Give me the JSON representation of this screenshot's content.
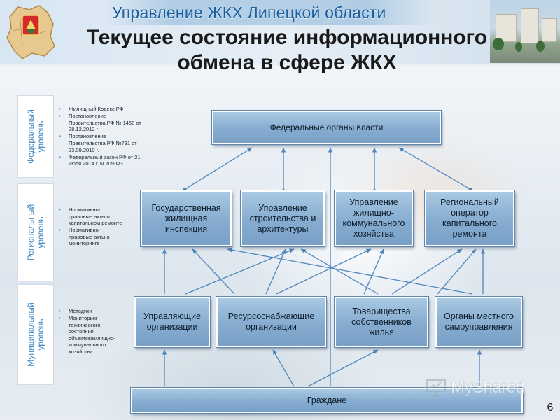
{
  "header": {
    "org_title": "Управление ЖКХ Липецкой области",
    "slide_title_line1": "Текущее состояние информационного",
    "slide_title_line2": "обмена в сфере ЖКХ"
  },
  "levels": [
    {
      "label": "Федеральный\nуровень",
      "notes": [
        "Жилищный Кодекс РФ",
        "Постановление Правительства РФ № 1468 от 28.12.2012 г",
        "Постановление Правительства РФ №731 от 23.09.2010 г.",
        "Федеральный закон РФ от 21 июля 2014 г. N 209-ФЗ"
      ]
    },
    {
      "label": "Региональный\nуровень",
      "notes": [
        "Нормативно-правовые акты о капитальном ремонте",
        "Нормативно-правовые акты о мониторинге"
      ]
    },
    {
      "label": "Муниципальный\nуровень",
      "notes": [
        "Методики",
        "Мониторинг технического состояния объектовжилищно-коммунального хозяйства"
      ]
    }
  ],
  "diagram": {
    "federal": "Федеральные органы власти",
    "regional": [
      "Государственная жилищная инспекция",
      "Управление строительства и архитектуры",
      "Управление жилищно-коммунального хозяйства",
      "Региональный оператор капитального ремонта"
    ],
    "municipal": [
      "Управляющие организации",
      "Ресурсоснабжающие организации",
      "Товарищества собственников жилья",
      "Органы местного самоуправления"
    ],
    "citizens": "Граждане"
  },
  "watermark": "MyShared",
  "page_number": "6",
  "colors": {
    "box_fill": "#86acd0",
    "arrow": "#4f86bd",
    "level_label": "#3f89c4",
    "org_title": "#1c5f9e"
  }
}
